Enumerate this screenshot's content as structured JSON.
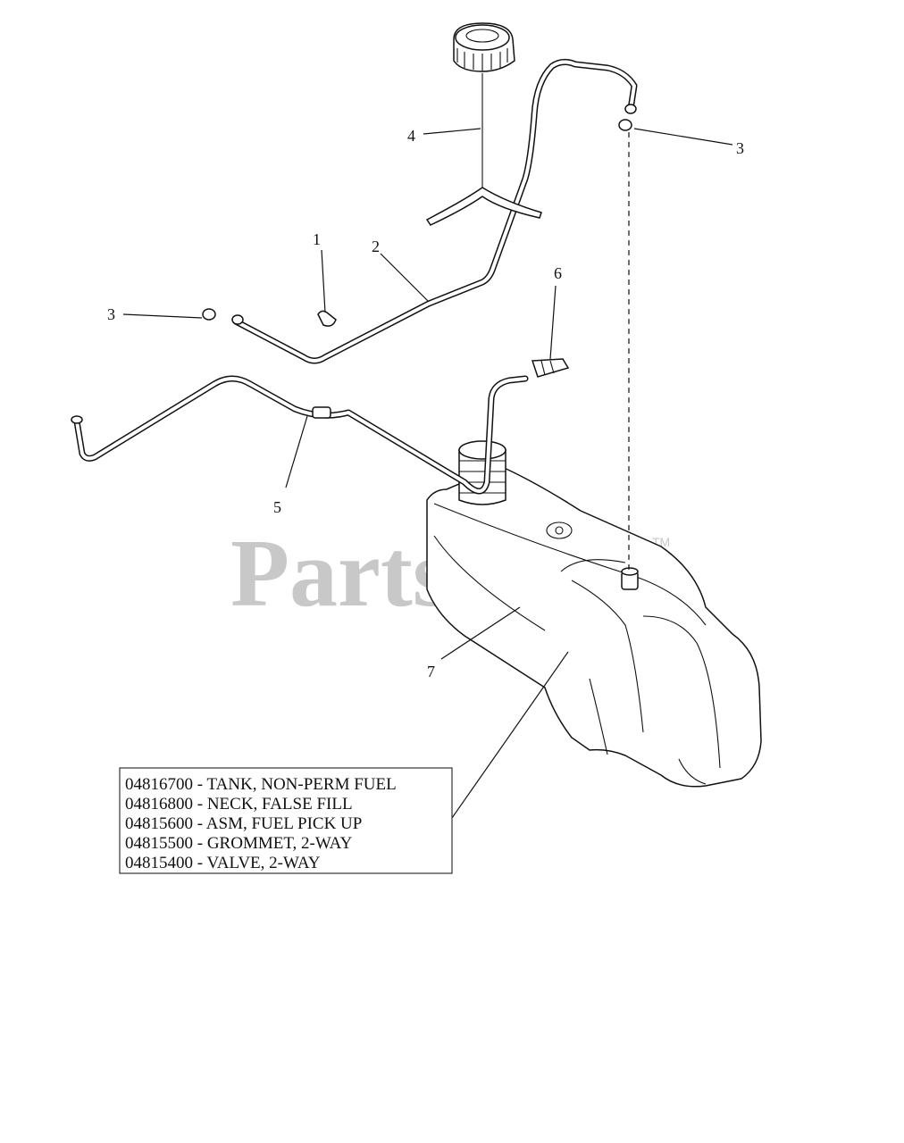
{
  "watermark": {
    "text": "PartsTree",
    "tm": "TM"
  },
  "callouts": [
    {
      "id": "c1",
      "label": "1"
    },
    {
      "id": "c2",
      "label": "2"
    },
    {
      "id": "c3a",
      "label": "3"
    },
    {
      "id": "c3b",
      "label": "3"
    },
    {
      "id": "c4",
      "label": "4"
    },
    {
      "id": "c5",
      "label": "5"
    },
    {
      "id": "c6",
      "label": "6"
    },
    {
      "id": "c7",
      "label": "7"
    }
  ],
  "legend": [
    "04816700 - TANK, NON-PERM FUEL",
    "04816800 - NECK, FALSE FILL",
    "04815600 - ASM, FUEL PICK UP",
    "04815500 - GROMMET, 2-WAY",
    "04815400 - VALVE, 2-WAY"
  ]
}
